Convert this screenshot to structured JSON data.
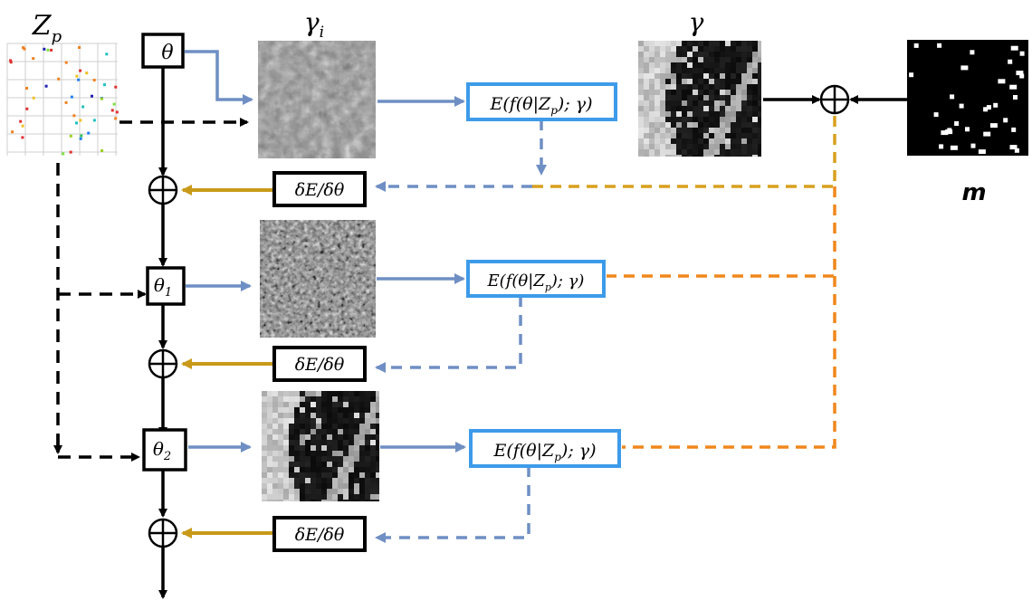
{
  "labels": {
    "zp": "Z",
    "zp_sub": "p",
    "gamma_i": "γ",
    "gamma_i_sub": "i",
    "gamma": "γ",
    "mask": "m",
    "theta": "θ",
    "theta1": "θ",
    "theta1_sub": "1",
    "theta2": "θ",
    "theta2_sub": "2",
    "energy_a": "E(f(θ|Z",
    "energy_sub": "p",
    "energy_b": "); γ)",
    "gradient": "δE/δθ"
  },
  "colors": {
    "blue_arrow": "#6f8fc4",
    "gold_arrow": "#c99a1a",
    "orange_dash": "#f0871c",
    "mustard_dash": "#d9a01e",
    "energy_border": "#3d9be9",
    "black": "#000000"
  },
  "icons": {
    "sum_node": "circled-plus-icon"
  }
}
